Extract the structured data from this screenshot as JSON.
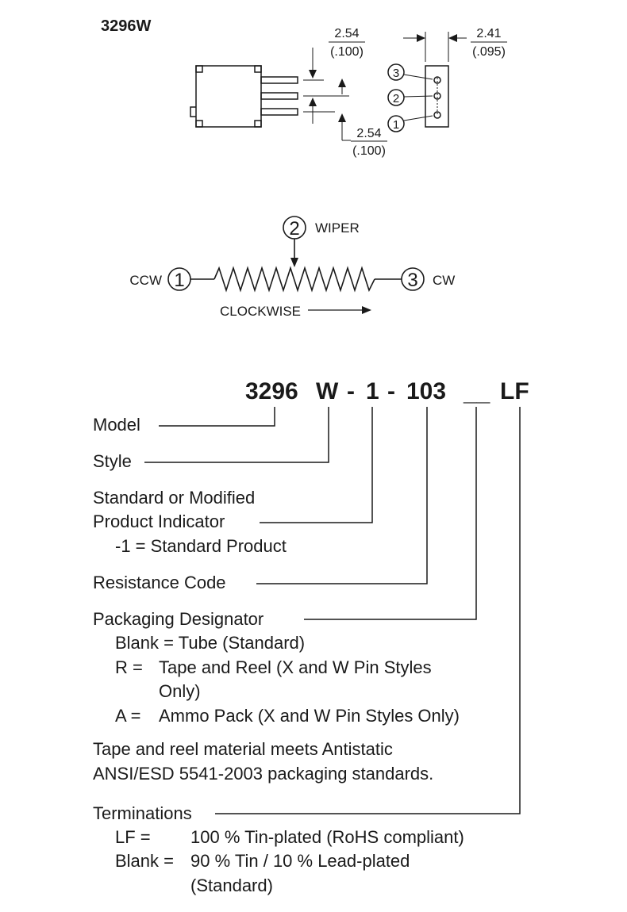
{
  "model_title": "3296W",
  "dims": {
    "pin_pitch_top_mm": "2.54",
    "pin_pitch_top_in": "(.100)",
    "pin_pitch_bottom_mm": "2.54",
    "pin_pitch_bottom_in": "(.100)",
    "side_width_mm": "2.41",
    "side_width_in": "(.095)"
  },
  "pins": {
    "p1": "1",
    "p2": "2",
    "p3": "3"
  },
  "schematic": {
    "ccw": "CCW",
    "cw": "CW",
    "wiper": "WIPER",
    "clockwise": "CLOCKWISE",
    "n1": "1",
    "n2": "2",
    "n3": "3"
  },
  "part_number": {
    "model": "3296",
    "style": "W",
    "dash1": "-",
    "indicator": "1",
    "dash2": "-",
    "resistance": "103",
    "packaging": "__",
    "termination": "LF"
  },
  "legend": {
    "model": "Model",
    "style": "Style",
    "std_line1": "Standard or Modified",
    "std_line2": "Product Indicator",
    "std_opt1": "-1 = Standard Product",
    "resistance": "Resistance Code",
    "packaging": "Packaging Designator",
    "pkg_blank": "Blank = Tube (Standard)",
    "pkg_r_key": "R =",
    "pkg_r_l1": "Tape and Reel (X and W Pin Styles",
    "pkg_r_l2": "Only)",
    "pkg_a_key": "A =",
    "pkg_a_l1": "Ammo Pack (X and W Pin Styles Only)",
    "note_l1": "Tape and reel material meets Antistatic",
    "note_l2": "ANSI/ESD 5541-2003 packaging standards.",
    "terminations": "Terminations",
    "term_lf_key": "LF =",
    "term_lf_val": "100 % Tin-plated (RoHS compliant)",
    "term_blank_key": "Blank =",
    "term_blank_l1": "90 % Tin / 10 % Lead-plated",
    "term_blank_l2": "(Standard)"
  }
}
